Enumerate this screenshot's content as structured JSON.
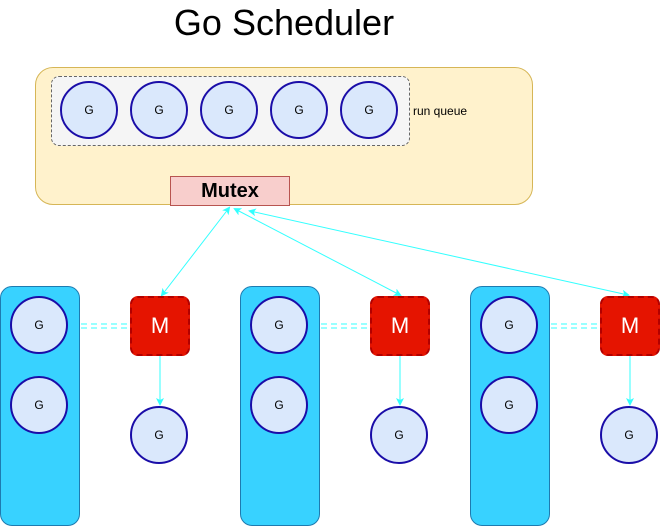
{
  "title": "Go Scheduler",
  "global_scheduler": {
    "run_queue_label": "run queue",
    "run_queue_items": [
      "G",
      "G",
      "G",
      "G",
      "G"
    ],
    "mutex_label": "Mutex"
  },
  "processors": [
    {
      "local_queue": [
        "G",
        "G"
      ],
      "machine_label": "M",
      "running": "G"
    },
    {
      "local_queue": [
        "G",
        "G"
      ],
      "machine_label": "M",
      "running": "G"
    },
    {
      "local_queue": [
        "G",
        "G"
      ],
      "machine_label": "M",
      "running": "G"
    }
  ],
  "colors": {
    "scheduler_fill": "#fff2cc",
    "mutex_fill": "#f8cecc",
    "goroutine_fill": "#dae8fc",
    "goroutine_stroke": "#1a0da8",
    "processor_fill": "#38d2ff",
    "machine_fill": "#e51400",
    "arrow": "#33ffff"
  }
}
